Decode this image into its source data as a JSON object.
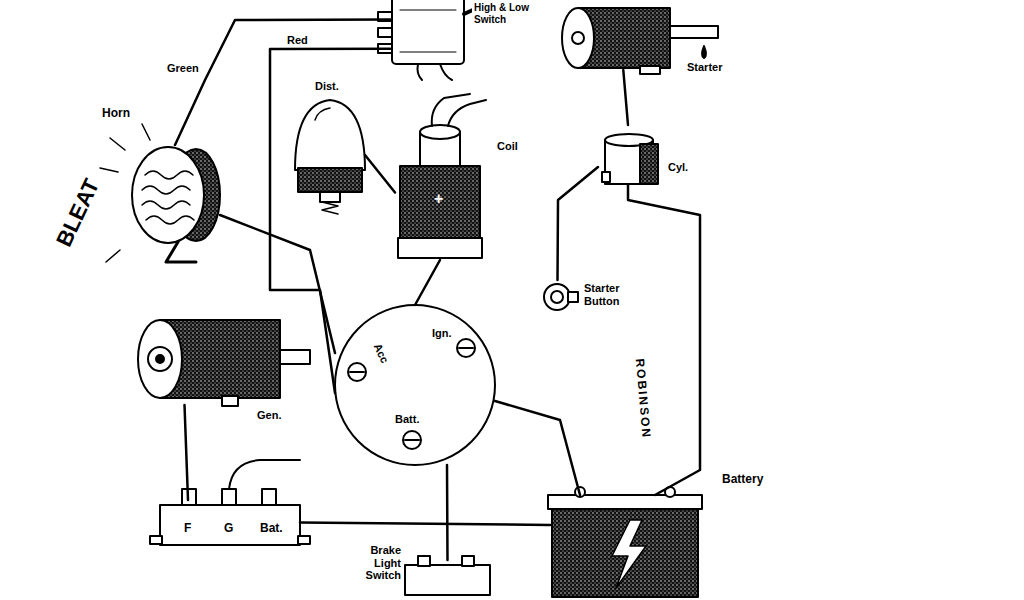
{
  "diagram": {
    "nodes": [
      {
        "text": [
          "High & Low Switch"
        ]
      },
      {
        "text": [
          "Starter"
        ]
      },
      {
        "text": [
          "Horn"
        ]
      },
      {
        "text": [
          "Dist."
        ]
      },
      {
        "text": [
          "Coil"
        ]
      },
      {
        "text": [
          "Cyl."
        ]
      },
      {
        "text": [
          "Starter Button"
        ]
      },
      {
        "text": [
          "Acc",
          "Ign.",
          "Batt."
        ]
      },
      {
        "text": [
          "Gen."
        ]
      },
      {
        "text": [
          "F",
          "G",
          "Bat."
        ]
      },
      {
        "text": [
          "Brake Light Switch"
        ]
      },
      {
        "text": [
          "Battery"
        ]
      }
    ],
    "edges": [
      {
        "from": 2,
        "to": 0,
        "arrow": "none"
      },
      {
        "from": 0,
        "to": 7,
        "arrow": "none"
      },
      {
        "from": 1,
        "to": 5,
        "arrow": "none"
      },
      {
        "from": 5,
        "to": 11,
        "arrow": "none"
      },
      {
        "from": 6,
        "to": 5,
        "arrow": "none"
      },
      {
        "from": 8,
        "to": 9,
        "arrow": "none"
      },
      {
        "from": 9,
        "to": 11,
        "arrow": "none"
      },
      {
        "from": 7,
        "to": 10,
        "arrow": "none"
      },
      {
        "from": 3,
        "to": 4,
        "arrow": "none"
      },
      {
        "from": 4,
        "to": 7,
        "arrow": "none"
      },
      {
        "from": 2,
        "to": 7,
        "arrow": "none"
      },
      {
        "from": 11,
        "to": 7,
        "arrow": "none"
      }
    ],
    "labels": [
      "Green",
      "Red",
      "BLEAT",
      "+",
      "ROBINSON"
    ]
  }
}
